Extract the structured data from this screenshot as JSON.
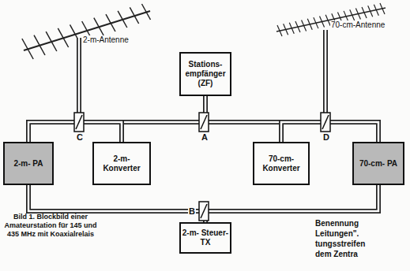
{
  "diagram": {
    "caption": "Bild 1. Blockbild einer Amateurstation für 145 und 435 MHz mit Koaxialrelais",
    "nodes": [
      {
        "text": [
          "Stations- empfänger (ZF)"
        ]
      },
      {
        "text": [
          "2-m- PA"
        ]
      },
      {
        "text": [
          "2-m- Konverter"
        ]
      },
      {
        "text": [
          "70-cm- Konverter"
        ]
      },
      {
        "text": [
          "70-cm- PA"
        ]
      },
      {
        "text": [
          "2-m- Steuer-TX"
        ]
      }
    ],
    "edges": [
      {
        "from": 0,
        "to": 2,
        "arrow": "none"
      },
      {
        "from": 0,
        "to": 3,
        "arrow": "none"
      },
      {
        "from": 5,
        "to": 1,
        "arrow": "none"
      },
      {
        "from": 5,
        "to": 4,
        "arrow": "none"
      },
      {
        "from": 1,
        "to": 2,
        "arrow": "none"
      },
      {
        "from": 3,
        "to": 4,
        "arrow": "none"
      }
    ],
    "labels": [
      "2-m-Antenne",
      "70-cm-Antenne",
      "C",
      "A",
      "D",
      "B",
      "Benennung",
      "Leitungen\".",
      "tungsstreifen",
      "dem Zentra"
    ]
  }
}
